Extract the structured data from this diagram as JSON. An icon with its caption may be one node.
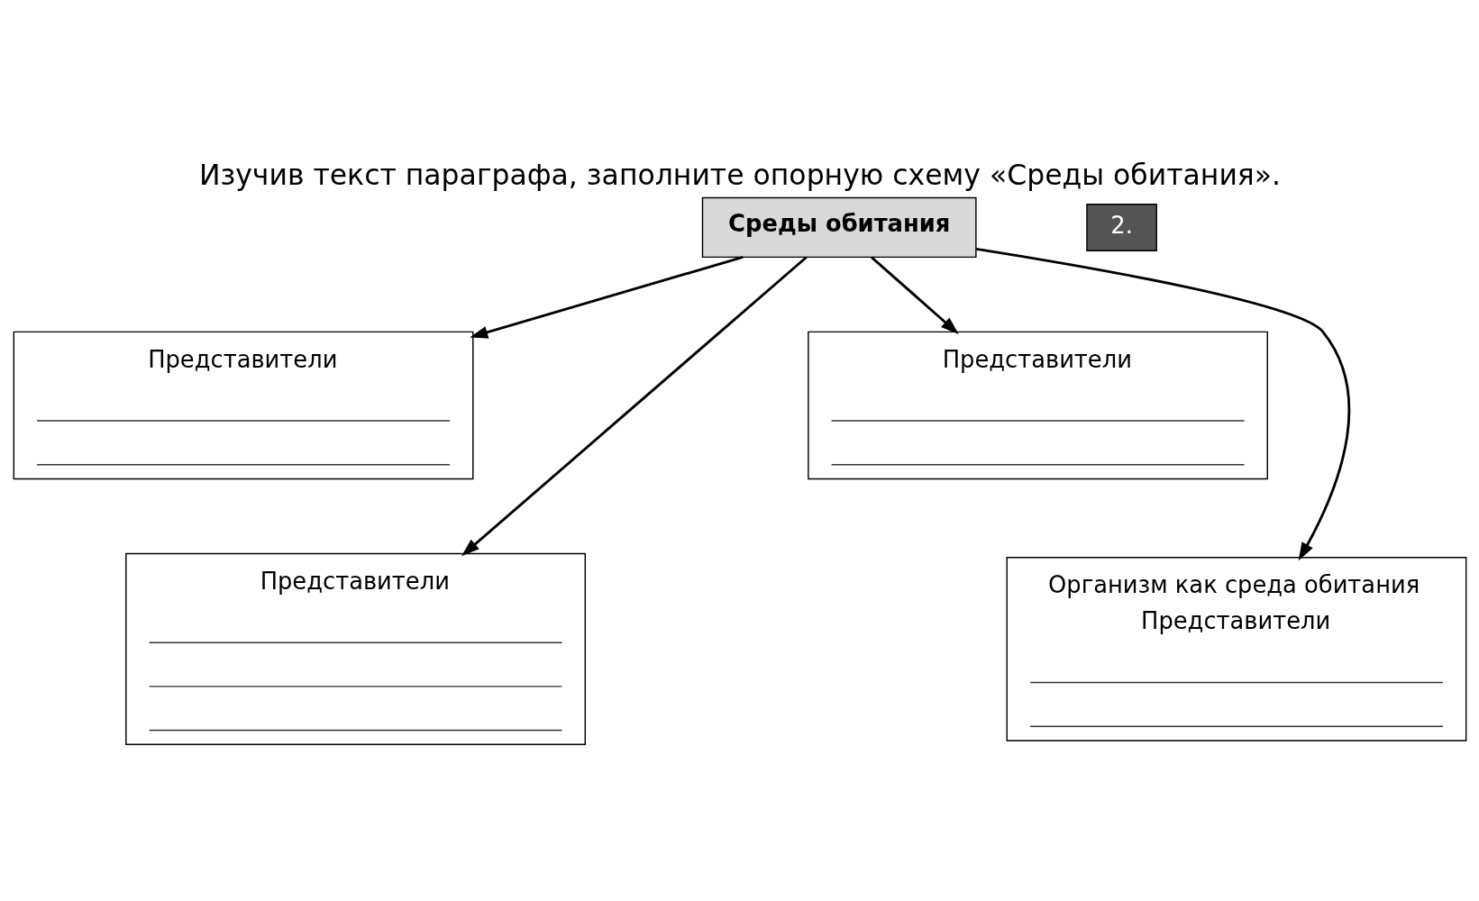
{
  "diagram": {
    "title": "Изучив текст параграфа, заполните опорную схему «Среды обитания».",
    "nodes": [
      {
        "text": [
          "Среды обитания"
        ]
      },
      {
        "text": [
          "Представители"
        ]
      },
      {
        "text": [
          "Представители"
        ]
      },
      {
        "text": [
          "Представители"
        ]
      },
      {
        "text": [
          "Организм как среда обитания",
          "Представители"
        ]
      }
    ],
    "edges": [
      {
        "from": 0,
        "to": 1,
        "arrow": "to"
      },
      {
        "from": 0,
        "to": 2,
        "arrow": "to"
      },
      {
        "from": 0,
        "to": 3,
        "arrow": "to"
      },
      {
        "from": 0,
        "to": 4,
        "arrow": "to"
      }
    ],
    "labels": [
      "2."
    ]
  }
}
